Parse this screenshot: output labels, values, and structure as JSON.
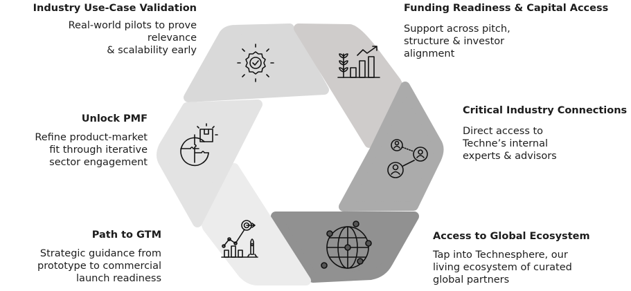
{
  "segments": [
    {
      "id": "industry",
      "title": "Industry Use-Case Validation",
      "body": [
        "Real-world pilots to prove",
        "relevance",
        "& scalability early"
      ],
      "icon": "badge-check-icon",
      "color": "#d9d9d9"
    },
    {
      "id": "funding",
      "title": "Funding Readiness & Capital Access",
      "body": [
        "Support across pitch,",
        "structure & investor",
        "alignment"
      ],
      "icon": "growth-chart-icon",
      "color": "#cfcccb"
    },
    {
      "id": "connections",
      "title": "Critical Industry Connections",
      "body": [
        "Direct access to",
        "Techne’s internal",
        "experts & advisors"
      ],
      "icon": "network-people-icon",
      "color": "#ababab"
    },
    {
      "id": "ecosystem",
      "title": "Access to Global Ecosystem",
      "body": [
        "Tap into Technesphere, our",
        "living ecosystem of curated",
        "global partners"
      ],
      "icon": "globe-network-icon",
      "color": "#919191"
    },
    {
      "id": "gtm",
      "title": "Path to GTM",
      "body": [
        "Strategic guidance from",
        "prototype to commercial",
        "launch readiness"
      ],
      "icon": "rocket-target-icon",
      "color": "#ececec"
    },
    {
      "id": "pmf",
      "title": "Unlock PMF",
      "body": [
        "Refine product-market",
        "fit through iterative",
        "sector engagement"
      ],
      "icon": "puzzle-globe-icon",
      "color": "#e3e3e3"
    }
  ]
}
